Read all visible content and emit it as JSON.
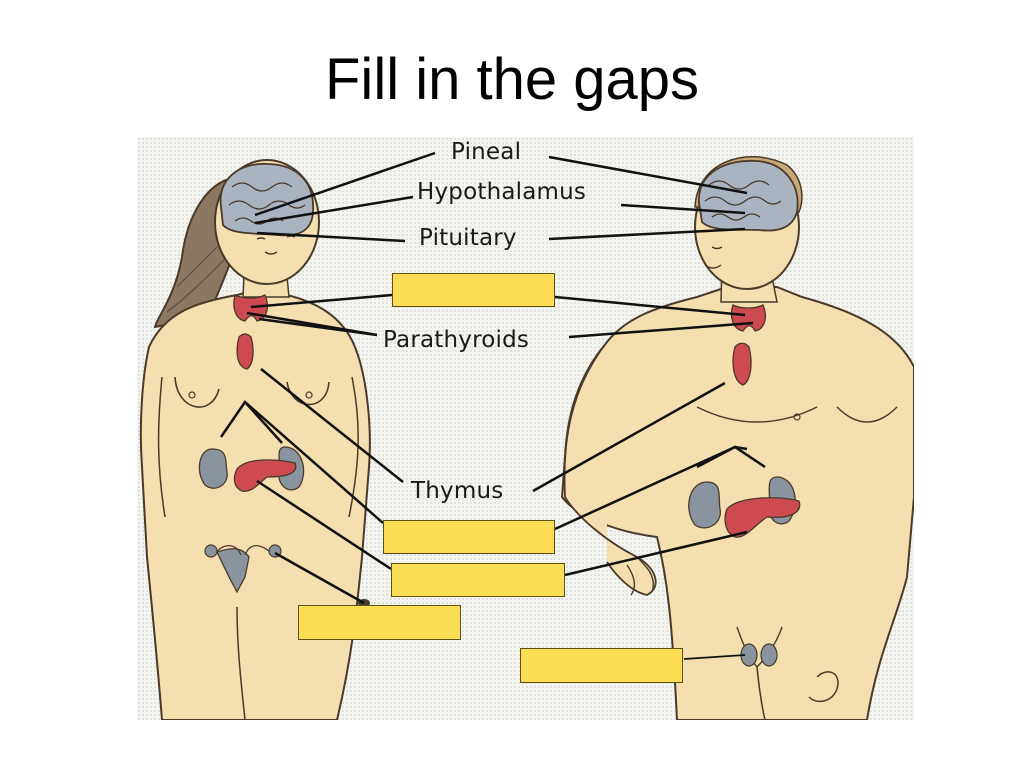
{
  "title": "Fill in the gaps",
  "labels": {
    "pineal": "Pineal",
    "hypothalamus": "Hypothalamus",
    "pituitary": "Pituitary",
    "parathyroids": "Parathyroids",
    "thymus": "Thymus"
  },
  "blank_count": 5,
  "colors": {
    "skin": "#f5deb0",
    "outline": "#4a3a2a",
    "hair": "#8a7860",
    "brain": "#aab4c0",
    "gland_red": "#cc4a50",
    "kidney": "#8a949e",
    "blank_box": "#fadd52"
  }
}
